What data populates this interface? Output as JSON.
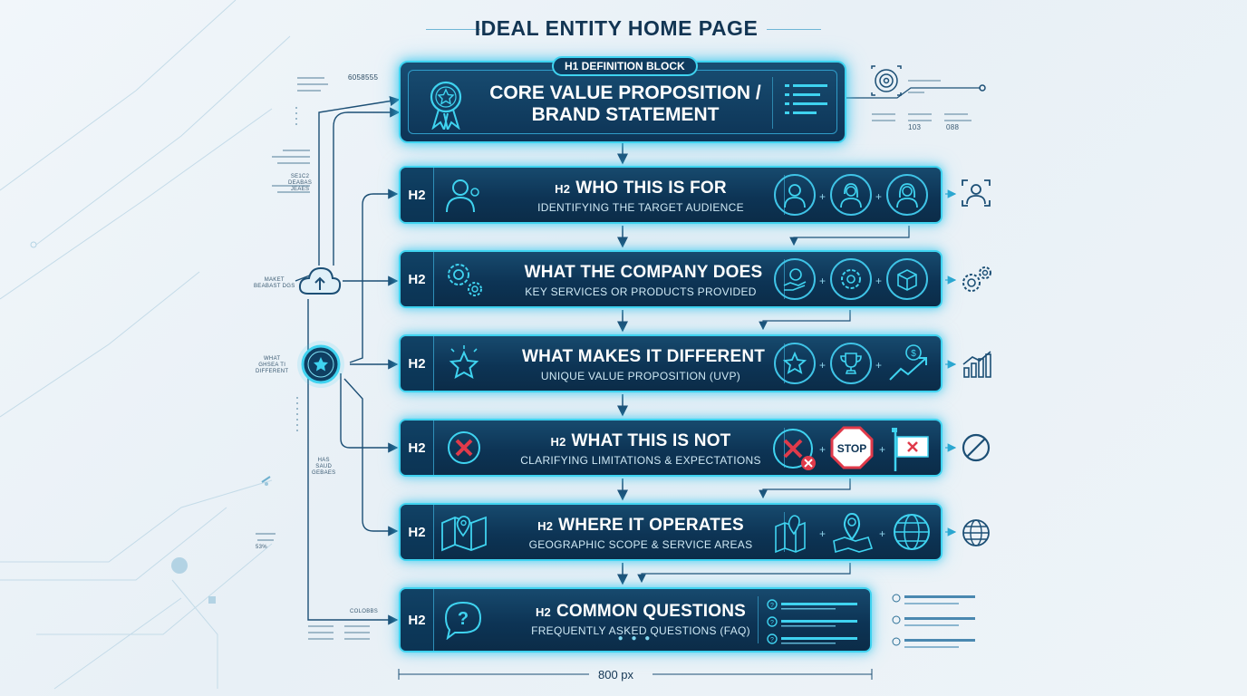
{
  "title": "IDEAL ENTITY HOME PAGE",
  "hero": {
    "badge": "H1  DEFINITION BLOCK",
    "line1": "CORE VALUE PROPOSITION /",
    "line2": "BRAND STATEMENT"
  },
  "sections": [
    {
      "tag": "H2",
      "prefix": "H2",
      "title": "WHO THIS IS FOR",
      "subtitle": "IDENTIFYING THE TARGET AUDIENCE"
    },
    {
      "tag": "H2",
      "prefix": "",
      "title": "WHAT THE COMPANY DOES",
      "subtitle": "KEY SERVICES OR PRODUCTS PROVIDED"
    },
    {
      "tag": "H2",
      "prefix": "",
      "title": "WHAT MAKES IT DIFFERENT",
      "subtitle": "UNIQUE VALUE PROPOSITION (UVP)"
    },
    {
      "tag": "H2",
      "prefix": "H2",
      "title": "WHAT THIS IS NOT",
      "subtitle": "CLARIFYING LIMITATIONS & EXPECTATIONS",
      "stop": "STOP"
    },
    {
      "tag": "H2",
      "prefix": "H2",
      "title": "WHERE IT OPERATES",
      "subtitle": "GEOGRAPHIC SCOPE & SERVICE AREAS"
    },
    {
      "tag": "H2",
      "prefix": "H2",
      "title": "COMMON QUESTIONS",
      "subtitle": "FREQUENTLY ASKED QUESTIONS (FAQ)"
    }
  ],
  "width_label": "800 px",
  "side_labels": {
    "top_code": "6058555",
    "market": "MAKET\nBEABAST DGS",
    "what": "WHAT\nGHSEA TI\nDIFFERENT",
    "mid": "SE1C2\nDEABAS\nJEAES",
    "low": "HAS\nSAUD\nGEBAES",
    "pct": "53%",
    "colors": "COLOBBS",
    "right_103": "103",
    "right_088": "088"
  },
  "colors": {
    "accent": "#3fd3f0",
    "card": "#0d3455",
    "line": "#1c4f75",
    "danger": "#e03a4a"
  },
  "icons": [
    "award-ribbon-icon",
    "user-icon",
    "gears-icon",
    "star-icon",
    "x-circle-icon",
    "map-pin-icon",
    "question-bubble-icon",
    "globe-icon",
    "trophy-icon",
    "stop-sign-icon",
    "flag-icon",
    "chart-icon",
    "cloud-upload-icon",
    "ban-icon"
  ]
}
